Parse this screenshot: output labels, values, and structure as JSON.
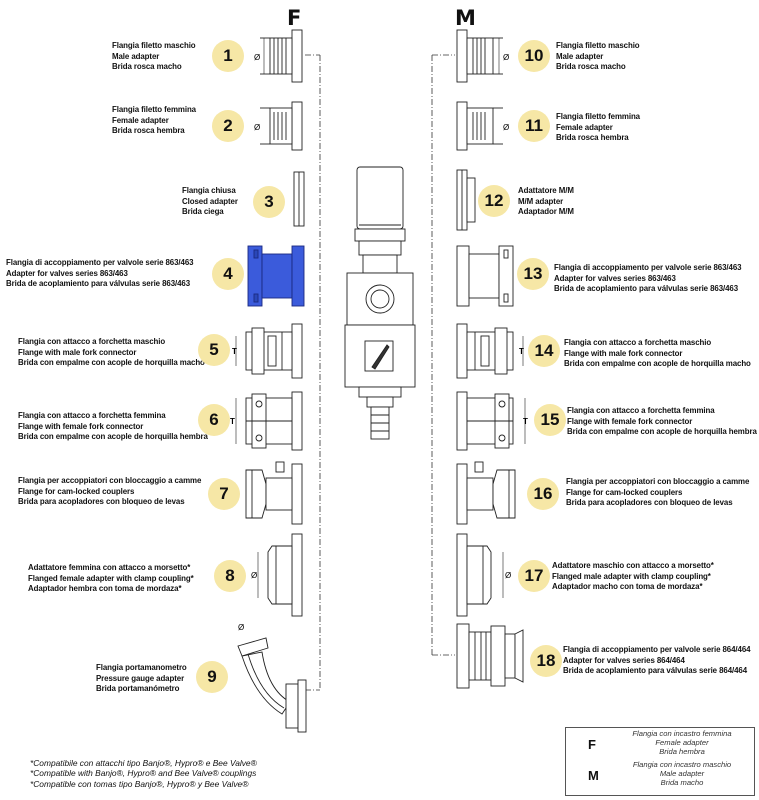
{
  "headers": {
    "female": "F",
    "male": "M"
  },
  "items": [
    {
      "num": "1",
      "lines": [
        "Flangia filetto maschio",
        "Male adapter",
        "Brida rosca macho"
      ]
    },
    {
      "num": "2",
      "lines": [
        "Flangia filetto femmina",
        "Female adapter",
        "Brida rosca hembra"
      ]
    },
    {
      "num": "3",
      "lines": [
        "Flangia chiusa",
        "Closed adapter",
        "Brida ciega"
      ]
    },
    {
      "num": "4",
      "lines": [
        "Flangia di accoppiamento per valvole serie 863/463",
        "Adapter for valves series 863/463",
        "Brida de acoplamiento para válvulas serie 863/463"
      ]
    },
    {
      "num": "5",
      "lines": [
        "Flangia con attacco a forchetta maschio",
        "Flange with male fork connector",
        "Brida con empalme con acople de horquilla macho"
      ]
    },
    {
      "num": "6",
      "lines": [
        "Flangia con attacco a forchetta femmina",
        "Flange with female fork connector",
        "Brida con empalme con acople de horquilla hembra"
      ]
    },
    {
      "num": "7",
      "lines": [
        "Flangia per accoppiatori con bloccaggio a camme",
        "Flange for cam-locked couplers",
        "Brida para acopladores con bloqueo de levas"
      ]
    },
    {
      "num": "8",
      "lines": [
        "Adattatore femmina con attacco a morsetto*",
        "Flanged female adapter with clamp coupling*",
        "Adaptador hembra con toma de mordaza*"
      ]
    },
    {
      "num": "9",
      "lines": [
        "Flangia portamanometro",
        "Pressure gauge adapter",
        "Brida portamanómetro"
      ]
    },
    {
      "num": "10",
      "lines": [
        "Flangia filetto maschio",
        "Male adapter",
        "Brida rosca macho"
      ]
    },
    {
      "num": "11",
      "lines": [
        "Flangia filetto femmina",
        "Female adapter",
        "Brida rosca hembra"
      ]
    },
    {
      "num": "12",
      "lines": [
        "Adattatore M/M",
        "M/M adapter",
        "Adaptador M/M"
      ]
    },
    {
      "num": "13",
      "lines": [
        "Flangia di accoppiamento per valvole serie 863/463",
        "Adapter for valves series 863/463",
        "Brida de acoplamiento para válvulas serie 863/463"
      ]
    },
    {
      "num": "14",
      "lines": [
        "Flangia con attacco a forchetta maschio",
        "Flange with male fork connector",
        "Brida con empalme con acople de horquilla macho"
      ]
    },
    {
      "num": "15",
      "lines": [
        "Flangia con attacco a forchetta femmina",
        "Flange with female fork connector",
        "Brida con empalme con acople de horquilla hembra"
      ]
    },
    {
      "num": "16",
      "lines": [
        "Flangia per accoppiatori con bloccaggio a camme",
        "Flange for cam-locked couplers",
        "Brida para acopladores con bloqueo de levas"
      ]
    },
    {
      "num": "17",
      "lines": [
        "Adattatore maschio con attacco a morsetto*",
        "Flanged male adapter with clamp coupling*",
        "Adaptador macho con toma de mordaza*"
      ]
    },
    {
      "num": "18",
      "lines": [
        "Flangia di accoppiamento per valvole serie 864/464",
        "Adapter for valves series 864/464",
        "Brida de acoplamiento para válvulas serie 864/464"
      ]
    }
  ],
  "dimension_symbols": {
    "diameter": "Ø",
    "height": "T"
  },
  "footnote": [
    "*Compatibile con attacchi tipo Banjo®, Hypro® e Bee Valve®",
    "*Compatible with Banjo®, Hypro® and Bee Valve® couplings",
    "*Compatible con tomas tipo Banjo®, Hypro® y Bee Valve®"
  ],
  "legend": {
    "female_letter": "F",
    "female_lines": [
      "Flangia con incastro femmina",
      "Female adapter",
      "Brida hembra"
    ],
    "male_letter": "M",
    "male_lines": [
      "Flangia con incastro maschio",
      "Male adapter",
      "Brida macho"
    ]
  },
  "colors": {
    "badge": "#f6e7a6",
    "highlight_part": "#3b5bdb",
    "part_stroke": "#222222",
    "part_fill": "#ffffff"
  }
}
